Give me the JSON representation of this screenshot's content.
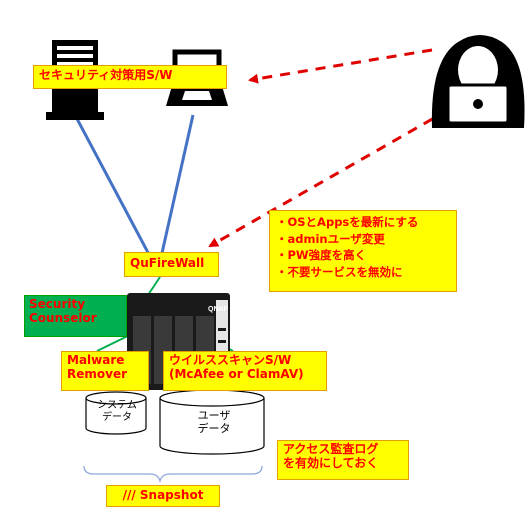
{
  "labels": {
    "security_sw": "セキュリティ対策用S/W",
    "qufirewall": "QuFireWall",
    "security_counselor_line1": "Security",
    "security_counselor_line2": "Counselor",
    "malware_remover_line1": "Malware",
    "malware_remover_line2": "Remover",
    "virus_scan_line1": "ウイルススキャンS/W",
    "virus_scan_line2": "(McAfee  or ClamAV)",
    "system_data_line1": "システム",
    "system_data_line2": "データ",
    "user_data_line1": "ユーザ",
    "user_data_line2": "データ",
    "access_log_line1": "アクセス監査ログ",
    "access_log_line2": "を有効にしておく",
    "snapshot": "/// Snapshot",
    "nas_brand": "QNAP"
  },
  "advice_list": [
    "・OSとAppsを最新にする",
    "・adminユーザ変更",
    "・PW強度を高く",
    "・不要サービスを無効に"
  ],
  "colors": {
    "label_fill": "#ffff00",
    "label_text": "#ff0000",
    "label_border": "#e0a000",
    "counselor_fill": "#00b050",
    "connector_blue": "#4472c4",
    "connector_green": "#00b050",
    "attack_arrow": "#e00000"
  },
  "icons": {
    "server": "server-icon",
    "laptop": "laptop-icon",
    "hacker": "hacker-icon",
    "nas": "nas-device-icon"
  }
}
